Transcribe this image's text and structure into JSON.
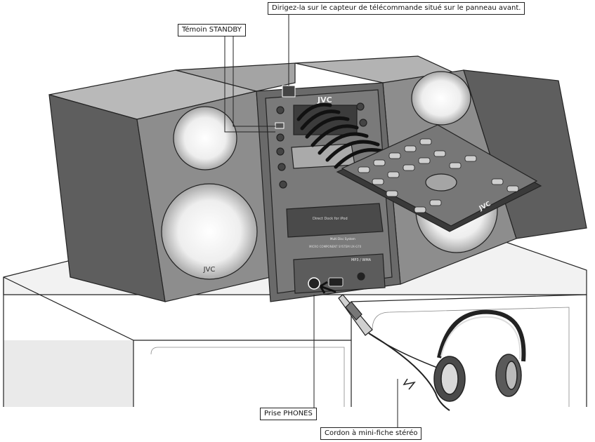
{
  "callouts": {
    "remote_sensor": "Dirigez-la sur le capteur de télécommande situé sur le panneau avant.",
    "standby": "Témoin STANDBY",
    "phones_jack": "Prise PHONES",
    "cord": "Cordon à mini-fiche stéréo"
  },
  "brand": {
    "logo_text": "JVC",
    "ipod_dock_text": "Direct Dock for iPod",
    "cd_text": "Multi Disc System",
    "cd_sub_text": "MICRO COMPONENT SYSTEM UX-G70",
    "usb_text": "MP3 / WMA"
  },
  "colors": {
    "line": "#222222",
    "speaker_face": "#8d8d8d",
    "speaker_side": "#5e5e5e",
    "cabinet": "#ececec",
    "unit_body": "#6a6a6a",
    "cone": "#e6e6e6"
  }
}
